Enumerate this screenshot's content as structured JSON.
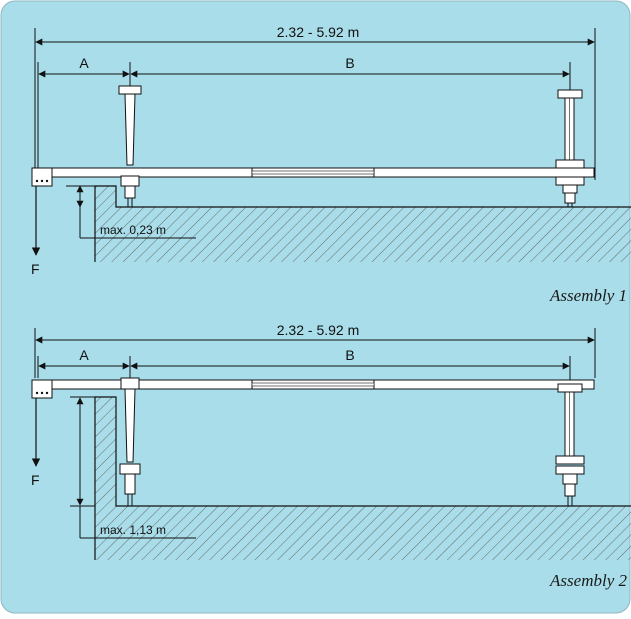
{
  "assembly_1": {
    "caption": "Assembly 1",
    "total_span": "2.32 - 5.92 m",
    "dim_a": "A",
    "dim_b": "B",
    "max_height": "max. 0,23 m",
    "force": "F"
  },
  "assembly_2": {
    "caption": "Assembly 2",
    "total_span": "2.32 - 5.92 m",
    "dim_a": "A",
    "dim_b": "B",
    "max_height": "max. 1,13 m",
    "force": "F"
  },
  "colors": {
    "background": "#a8dde9",
    "line": "#111111",
    "hatch": "#555555",
    "beam_fill": "#ffffff"
  }
}
